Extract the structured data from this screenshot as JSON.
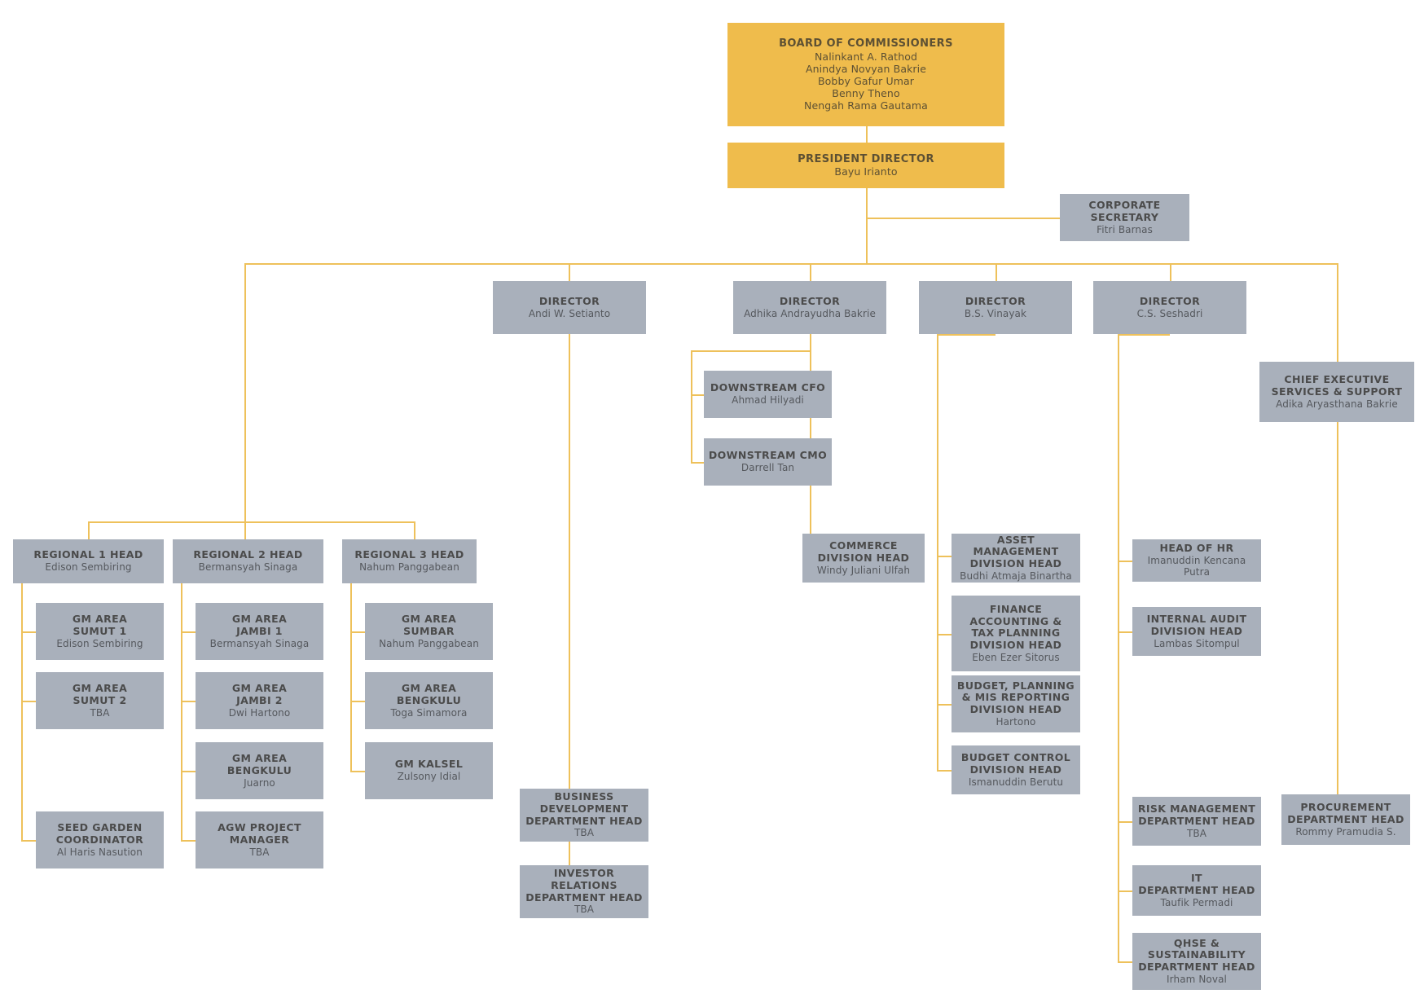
{
  "meta": {
    "title": "Corporate Organization Chart",
    "accent_gold": "#efbc4c",
    "node_grey": "#a9b0bb",
    "connector_color": "#eec15b",
    "background": "#ffffff"
  },
  "nodes": {
    "board": {
      "title": "BOARD OF COMMISSIONERS",
      "person": "Nalinkant A. Rathod\nAnindya Novyan Bakrie\nBobby Gafur Umar\nBenny Theno\nNengah Rama Gautama"
    },
    "president_director": {
      "title": "PRESIDENT DIRECTOR",
      "person": "Bayu Irianto"
    },
    "corporate_secretary": {
      "title": "CORPORATE\nSECRETARY",
      "person": "Fitri Barnas"
    },
    "director_1": {
      "title": "DIRECTOR",
      "person": "Andi W. Setianto"
    },
    "director_2": {
      "title": "DIRECTOR",
      "person": "Adhika Andrayudha Bakrie"
    },
    "director_3": {
      "title": "DIRECTOR",
      "person": "B.S. Vinayak"
    },
    "director_4": {
      "title": "DIRECTOR",
      "person": "C.S. Seshadri"
    },
    "chief_executive_services": {
      "title": "CHIEF EXECUTIVE\nSERVICES & SUPPORT",
      "person": "Adika Aryasthana Bakrie"
    },
    "downstream_cfo": {
      "title": "DOWNSTREAM CFO",
      "person": "Ahmad Hilyadi"
    },
    "downstream_cmo": {
      "title": "DOWNSTREAM CMO",
      "person": "Darrell Tan"
    },
    "commerce_division_head": {
      "title": "COMMERCE\nDIVISION HEAD",
      "person": "Windy Juliani Ulfah"
    },
    "regional_1_head": {
      "title": "REGIONAL 1 HEAD",
      "person": "Edison Sembiring"
    },
    "regional_2_head": {
      "title": "REGIONAL 2 HEAD",
      "person": "Bermansyah Sinaga"
    },
    "regional_3_head": {
      "title": "REGIONAL 3 HEAD",
      "person": "Nahum Panggabean"
    },
    "gm_area_sumut_1": {
      "title": "GM AREA\nSUMUT 1",
      "person": "Edison Sembiring"
    },
    "gm_area_sumut_2": {
      "title": "GM AREA\nSUMUT 2",
      "person": "TBA"
    },
    "seed_garden_coordinator": {
      "title": "SEED GARDEN\nCOORDINATOR",
      "person": "Al Haris Nasution"
    },
    "gm_area_jambi_1": {
      "title": "GM AREA\nJAMBI 1",
      "person": "Bermansyah Sinaga"
    },
    "gm_area_jambi_2": {
      "title": "GM AREA\nJAMBI 2",
      "person": "Dwi Hartono"
    },
    "gm_area_bengkulu_r2": {
      "title": "GM AREA\nBENGKULU",
      "person": "Juarno"
    },
    "agw_project_manager": {
      "title": "AGW PROJECT\nMANAGER",
      "person": "TBA"
    },
    "gm_area_sumbar": {
      "title": "GM AREA\nSUMBAR",
      "person": "Nahum Panggabean"
    },
    "gm_area_bengkulu_r3": {
      "title": "GM AREA\nBENGKULU",
      "person": "Toga Simamora"
    },
    "gm_kalsel": {
      "title": "GM KALSEL",
      "person": "Zulsony Idial"
    },
    "business_development": {
      "title": "BUSINESS\nDEVELOPMENT\nDEPARTMENT HEAD",
      "person": "TBA"
    },
    "investor_relations": {
      "title": "INVESTOR RELATIONS\nDEPARTMENT HEAD",
      "person": "TBA"
    },
    "asset_management": {
      "title": "ASSET MANAGEMENT\nDIVISION HEAD",
      "person": "Budhi Atmaja Binartha"
    },
    "finance_accounting_tax": {
      "title": "FINANCE\nACCOUNTING &\nTAX PLANNING\nDIVISION HEAD",
      "person": "Eben Ezer Sitorus"
    },
    "budget_planning_mis": {
      "title": "BUDGET, PLANNING\n& MIS REPORTING\nDIVISION HEAD",
      "person": "Hartono"
    },
    "budget_control": {
      "title": "BUDGET CONTROL\nDIVISION HEAD",
      "person": "Ismanuddin Berutu"
    },
    "head_of_hr": {
      "title": "HEAD OF HR",
      "person": "Imanuddin Kencana Putra"
    },
    "internal_audit": {
      "title": "INTERNAL AUDIT\nDIVISION HEAD",
      "person": "Lambas Sitompul"
    },
    "risk_management": {
      "title": "RISK MANAGEMENT\nDEPARTMENT HEAD",
      "person": "TBA"
    },
    "it_department": {
      "title": "IT\nDEPARTMENT HEAD",
      "person": "Taufik Permadi"
    },
    "qhse_sustainability": {
      "title": "QHSE &\nSUSTAINABILITY\nDEPARTMENT HEAD",
      "person": "Irham Noval"
    },
    "procurement": {
      "title": "PROCUREMENT\nDEPARTMENT HEAD",
      "person": "Rommy Pramudia S."
    }
  }
}
